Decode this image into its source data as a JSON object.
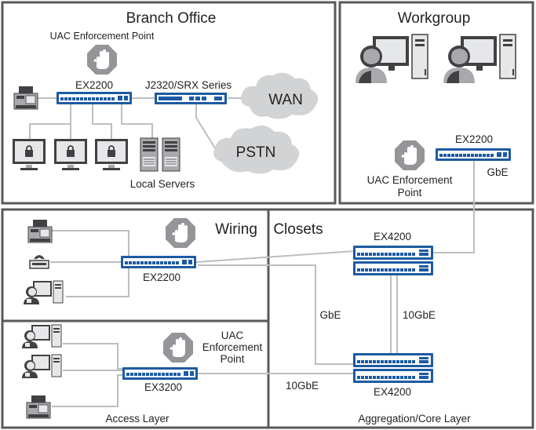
{
  "zones": {
    "branch_office": {
      "title": "Branch Office",
      "uac_label": "UAC Enforcement Point",
      "switch_label": "EX2200",
      "router_label": "J2320/SRX Series",
      "wan_label": "WAN",
      "pstn_label": "PSTN",
      "servers_label": "Local Servers"
    },
    "workgroup": {
      "title": "Workgroup",
      "switch_label": "EX2200",
      "uac_label_line1": "UAC Enforcement",
      "uac_label_line2": "Point",
      "uplink_label": "GbE"
    },
    "wiring_closets": {
      "title_part1": "Wiring",
      "title_part2": "Closets",
      "switch_label": "EX2200"
    },
    "access_layer": {
      "title": "Access Layer",
      "switch_label": "EX3200",
      "uac_label_line1": "UAC",
      "uac_label_line2": "Enforcement",
      "uac_label_line3": "Point"
    },
    "aggregation_core": {
      "title": "Aggregation/Core Layer",
      "top_switch_label": "EX4200",
      "bottom_switch_label": "EX4200"
    }
  },
  "links": {
    "gbe_label": "GbE",
    "tengbe_vertical_label": "10GbE",
    "tengbe_access_label": "10GbE"
  },
  "colors": {
    "switch_blue": "#1d5aa2",
    "zone_border": "#58595b",
    "link_gray": "#bcbec0",
    "cloud_gray": "#d1d3d4",
    "stop_sign_gray": "#939598"
  },
  "icons": {
    "stop_hand": "stop-hand-icon",
    "printer": "printer-icon",
    "pc_locked": "locked-computer-icon",
    "server": "server-icon",
    "user_workstation": "user-workstation-icon",
    "wireless_ap": "wireless-access-point-icon",
    "cloud": "cloud-icon",
    "switch": "network-switch-icon"
  }
}
